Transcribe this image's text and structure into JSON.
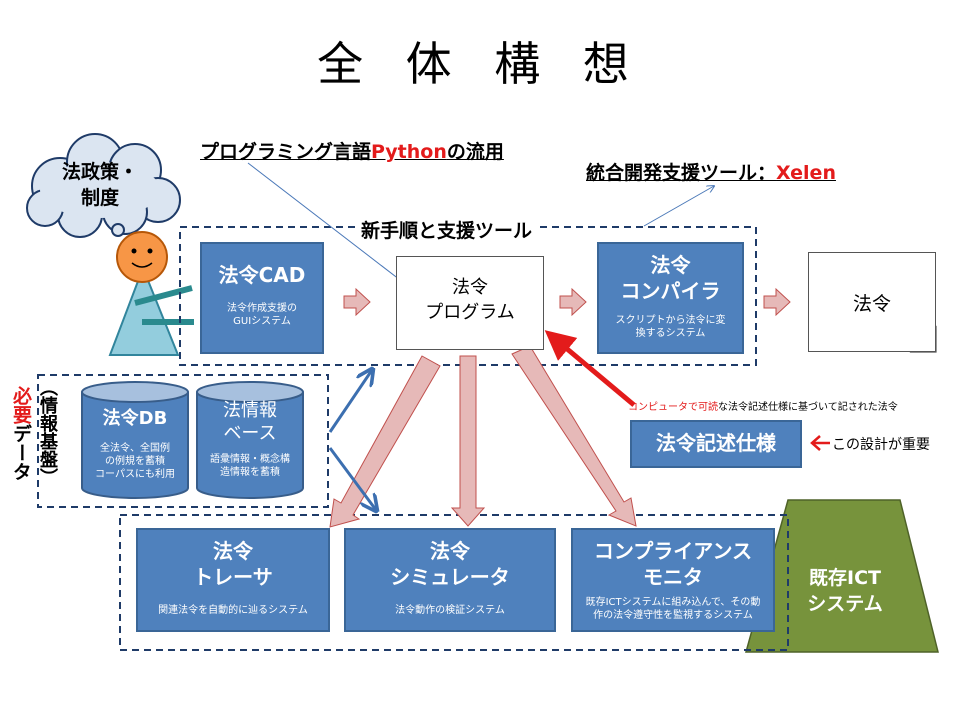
{
  "title": "全 体 構 想",
  "top_notes": {
    "python": {
      "prefix": "プログラミング言語",
      "highlight": "Python",
      "suffix": "の流用"
    },
    "xelen": {
      "prefix": "統合開発支援ツール：",
      "highlight": "Xelen"
    }
  },
  "thought_bubble": "法政策・\n制度",
  "group_label": "新手順と支援ツール",
  "boxes": {
    "cad": {
      "title": "法令CAD",
      "sub": "法令作成支援の\nGUIシステム"
    },
    "program": {
      "title": "法令\nプログラム"
    },
    "compiler": {
      "title": "法令\nコンパイラ",
      "sub": "スクリプトから法令に変\n換するシステム"
    },
    "output": {
      "title": "法令"
    },
    "spec": {
      "title": "法令記述仕様"
    },
    "tracer": {
      "title": "法令\nトレーサ",
      "sub": "関連法令を自動的に辿るシステム"
    },
    "simulator": {
      "title": "法令\nシミュレータ",
      "sub": "法令動作の検証システム"
    },
    "compliance": {
      "title": "コンプライアンス\nモニタ",
      "sub": "既存ICTシステムに組み込んで、その動\n作の法令遵守性を監視するシステム"
    }
  },
  "cylinders": {
    "db": {
      "title": "法令DB",
      "sub": "全法令、全国例\nの例規を蓄積\nコーパスにも利用"
    },
    "kb": {
      "title": "法情報\nベース",
      "sub": "語彙情報・概念構\n造情報を蓄積"
    }
  },
  "side_label": {
    "red": "必要",
    "black": "データ",
    "paren": "（情報基盤）"
  },
  "spec_note": {
    "red": "コンピュータで可読",
    "black": "な法令記述仕様に基づいて記された法令"
  },
  "spec_emphasis": "この設計が重要",
  "ict_system": "既存ICT\nシステム",
  "colors": {
    "box_fill": "#4f81bd",
    "arrow_pink": "#e6b9b8",
    "ict_green": "#77933c",
    "accent_red": "#e31b1b",
    "blue_arrow": "#3c6fb0"
  }
}
